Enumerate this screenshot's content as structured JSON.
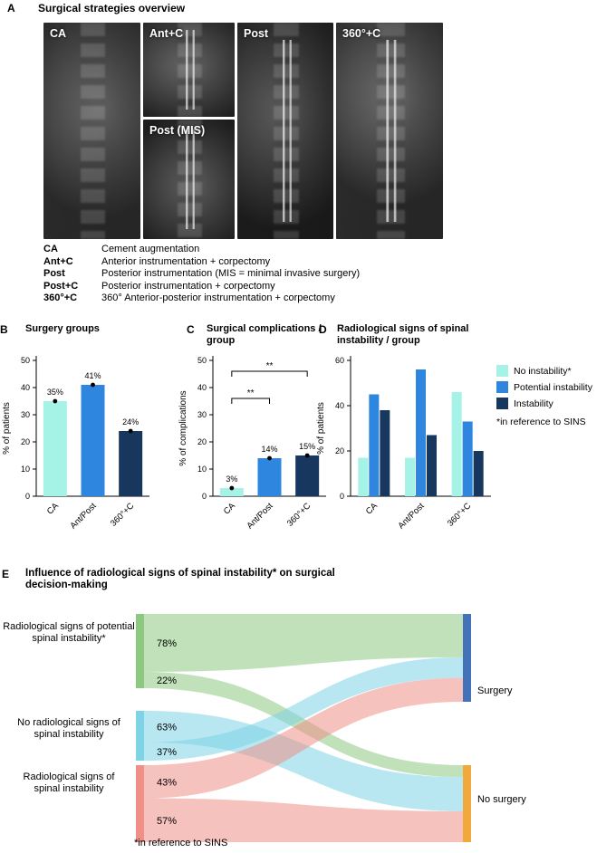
{
  "panelA": {
    "letter": "A",
    "title": "Surgical strategies overview",
    "images": [
      {
        "label": "CA"
      },
      {
        "label": "Ant+C"
      },
      {
        "label": "Post (MIS)"
      },
      {
        "label": "Post"
      },
      {
        "label": "360°+C"
      }
    ],
    "legend": [
      {
        "abbr": "CA",
        "definition": "Cement augmentation"
      },
      {
        "abbr": "Ant+C",
        "definition": "Anterior instrumentation + corpectomy"
      },
      {
        "abbr": "Post",
        "definition": "Posterior instrumentation (MIS = minimal invasive surgery)"
      },
      {
        "abbr": "Post+C",
        "definition": "Posterior instrumentation + corpectomy"
      },
      {
        "abbr": "360°+C",
        "definition": "360° Anterior-posterior instrumentation + corpectomy"
      }
    ]
  },
  "chart_data": [
    {
      "panel": "B",
      "type": "bar",
      "title": "Surgery groups",
      "ylabel": "% of patients",
      "ylim": [
        0,
        50
      ],
      "yticks": [
        0,
        10,
        20,
        30,
        40,
        50
      ],
      "categories": [
        "CA",
        "Ant/Post",
        "360°+C"
      ],
      "values": [
        35,
        41,
        24
      ],
      "value_labels": [
        "35%",
        "41%",
        "24%"
      ],
      "colors": [
        "#a5f2e6",
        "#2e86de",
        "#17375e"
      ]
    },
    {
      "panel": "C",
      "type": "bar",
      "title": "Surgical complications / group",
      "ylabel": "% of complications",
      "ylim": [
        0,
        50
      ],
      "yticks": [
        0,
        10,
        20,
        30,
        40,
        50
      ],
      "categories": [
        "CA",
        "Ant/Post",
        "360°+C"
      ],
      "values": [
        3,
        14,
        15
      ],
      "value_labels": [
        "3%",
        "14%",
        "15%"
      ],
      "colors": [
        "#a5f2e6",
        "#2e86de",
        "#17375e"
      ],
      "significance": [
        {
          "pair": [
            0,
            1
          ],
          "label": "**",
          "y_value": 36
        },
        {
          "pair": [
            0,
            2
          ],
          "label": "**",
          "y_value": 46
        }
      ]
    },
    {
      "panel": "D",
      "type": "grouped-bar",
      "title": "Radiological signs of spinal instability / group",
      "ylabel": "% of patients",
      "ylim": [
        0,
        60
      ],
      "yticks": [
        0,
        20,
        40,
        60
      ],
      "categories": [
        "CA",
        "Ant/Post",
        "360°+C"
      ],
      "series": [
        {
          "name": "No instability*",
          "color": "#a5f2e6",
          "values": [
            17,
            17,
            46
          ]
        },
        {
          "name": "Potential instability",
          "color": "#2e86de",
          "values": [
            45,
            56,
            33
          ]
        },
        {
          "name": "Instability",
          "color": "#17375e",
          "values": [
            38,
            27,
            20
          ]
        }
      ],
      "legend_note": "*in reference to SINS"
    },
    {
      "panel": "E",
      "type": "sankey",
      "title": "Influence of radiological signs of spinal instability* on surgical decision-making",
      "sources": [
        {
          "name": "Radiological signs of potential spinal instability*",
          "color": "#8cc87f"
        },
        {
          "name": "No radiological signs of spinal instability",
          "color": "#7ed4e6"
        },
        {
          "name": "Radiological signs of spinal instability",
          "color": "#ef8f88"
        }
      ],
      "targets": [
        {
          "name": "Surgery",
          "color": "#4472b8"
        },
        {
          "name": "No surgery",
          "color": "#f2a93b"
        }
      ],
      "flows": [
        {
          "source": 0,
          "target": 0,
          "value": 78,
          "label": "78%"
        },
        {
          "source": 0,
          "target": 1,
          "value": 22,
          "label": "22%"
        },
        {
          "source": 1,
          "target": 1,
          "value": 63,
          "label": "63%"
        },
        {
          "source": 1,
          "target": 0,
          "value": 37,
          "label": "37%"
        },
        {
          "source": 2,
          "target": 0,
          "value": 43,
          "label": "43%"
        },
        {
          "source": 2,
          "target": 1,
          "value": 57,
          "label": "57%"
        }
      ],
      "footnote": "*in reference to SINS"
    }
  ]
}
